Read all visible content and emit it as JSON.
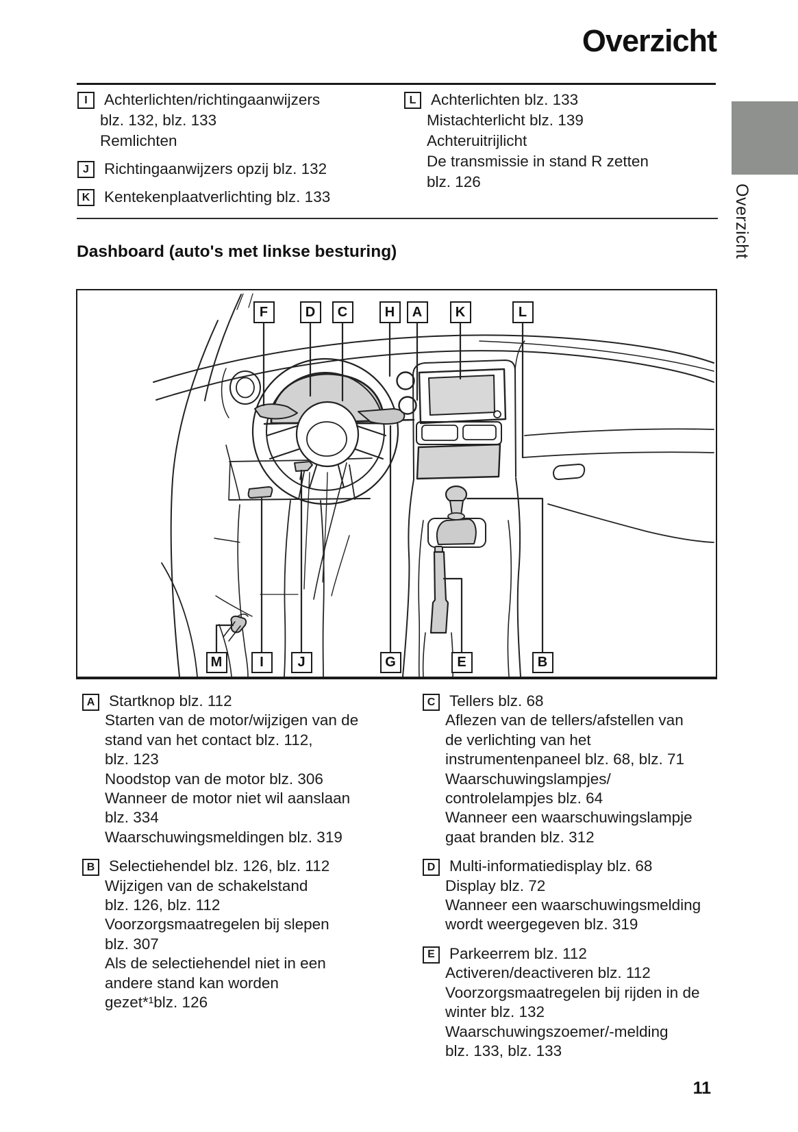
{
  "header": {
    "title": "Overzicht"
  },
  "side_tab": {
    "label": "Overzicht",
    "color": "#8e918e"
  },
  "top_list": {
    "left": [
      {
        "letter": "I",
        "lines": [
          "Achterlichten/richtingaanwijzers",
          "blz. 132, blz. 133",
          "Remlichten"
        ]
      },
      {
        "letter": "J",
        "lines": [
          "Richtingaanwijzers opzij blz. 132"
        ]
      },
      {
        "letter": "K",
        "lines": [
          "Kentekenplaatverlichting blz. 133"
        ]
      }
    ],
    "right": [
      {
        "letter": "L",
        "lines": [
          "Achterlichten blz. 133",
          "Mistachterlicht blz. 139",
          "Achteruitrijlicht",
          "De transmissie in stand R zetten",
          "blz. 126"
        ]
      }
    ]
  },
  "section_heading": "Dashboard (auto's met linkse besturing)",
  "diagram": {
    "top_labels": [
      "F",
      "D",
      "C",
      "H",
      "A",
      "K",
      "L"
    ],
    "bottom_labels": [
      "M",
      "I",
      "J",
      "G",
      "E",
      "B"
    ],
    "line_color": "#222222",
    "shade_color": "#d2d2d2"
  },
  "bottom_list": {
    "left": [
      {
        "letter": "A",
        "lines": [
          "Startknop blz. 112",
          "Starten van de motor/wijzigen van de",
          "stand van het contact blz. 112,",
          "blz. 123",
          "Noodstop van de motor blz. 306",
          "Wanneer de motor niet wil aanslaan",
          "blz. 334",
          "Waarschuwingsmeldingen blz. 319"
        ]
      },
      {
        "letter": "B",
        "lines": [
          "Selectiehendel blz. 126, blz. 112",
          "Wijzigen van de schakelstand",
          "blz. 126, blz. 112",
          "Voorzorgsmaatregelen bij slepen",
          "blz. 307",
          "Als de selectiehendel niet in een",
          "andere stand kan worden",
          "gezet*¹blz. 126"
        ]
      }
    ],
    "right": [
      {
        "letter": "C",
        "lines": [
          "Tellers blz. 68",
          "Aflezen van de tellers/afstellen van",
          "de verlichting van het",
          "instrumentenpaneel blz. 68, blz. 71",
          "Waarschuwingslampjes/",
          "controlelampjes blz. 64",
          "Wanneer een waarschuwingslampje",
          "gaat branden blz. 312"
        ]
      },
      {
        "letter": "D",
        "lines": [
          "Multi-informatiedisplay blz. 68",
          "Display blz. 72",
          "Wanneer een waarschuwingsmelding",
          "wordt weergegeven blz. 319"
        ]
      },
      {
        "letter": "E",
        "lines": [
          "Parkeerrem blz. 112",
          "Activeren/deactiveren blz. 112",
          "Voorzorgsmaatregelen bij rijden in de",
          "winter blz. 132",
          "Waarschuwingszoemer/-melding",
          "blz. 133, blz. 133"
        ]
      }
    ]
  },
  "footer": {
    "page_number": "11"
  }
}
